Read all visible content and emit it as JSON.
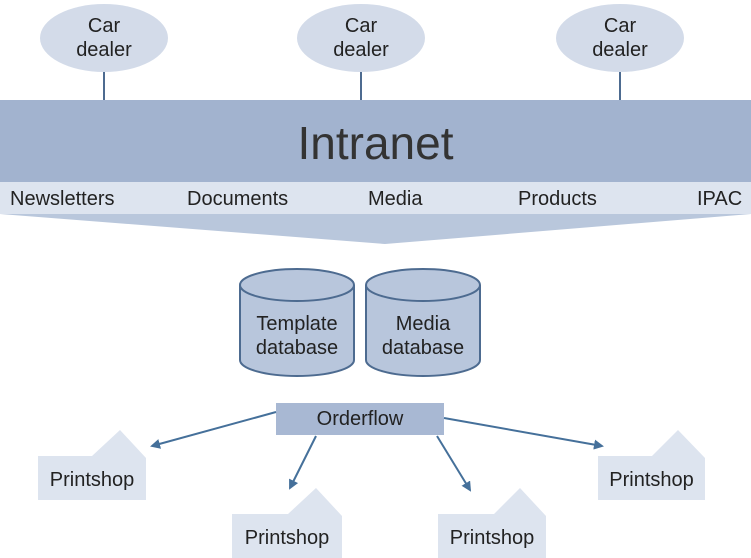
{
  "dealers": [
    {
      "line1": "Car",
      "line2": "dealer"
    },
    {
      "line1": "Car",
      "line2": "dealer"
    },
    {
      "line1": "Car",
      "line2": "dealer"
    }
  ],
  "intranet": {
    "title": "Intranet",
    "categories": [
      "Newsletters",
      "Documents",
      "Media",
      "Products",
      "IPAC"
    ]
  },
  "databases": [
    {
      "line1": "Template",
      "line2": "database"
    },
    {
      "line1": "Media",
      "line2": "database"
    }
  ],
  "orderflow": {
    "label": "Orderflow"
  },
  "printshops": [
    {
      "label": "Printshop"
    },
    {
      "label": "Printshop"
    },
    {
      "label": "Printshop"
    },
    {
      "label": "Printshop"
    }
  ],
  "colors": {
    "dealer_fill": "#d3dbe9",
    "intranet_band": "#a2b3cf",
    "category_band": "#dde4ef",
    "funnel": "#b9c7dc",
    "db_fill": "#b8c6dc",
    "db_stroke": "#4d6b90",
    "orderflow_fill": "#a8b8d3",
    "arrow": "#45709a",
    "printshop_fill": "#dde4ef"
  }
}
